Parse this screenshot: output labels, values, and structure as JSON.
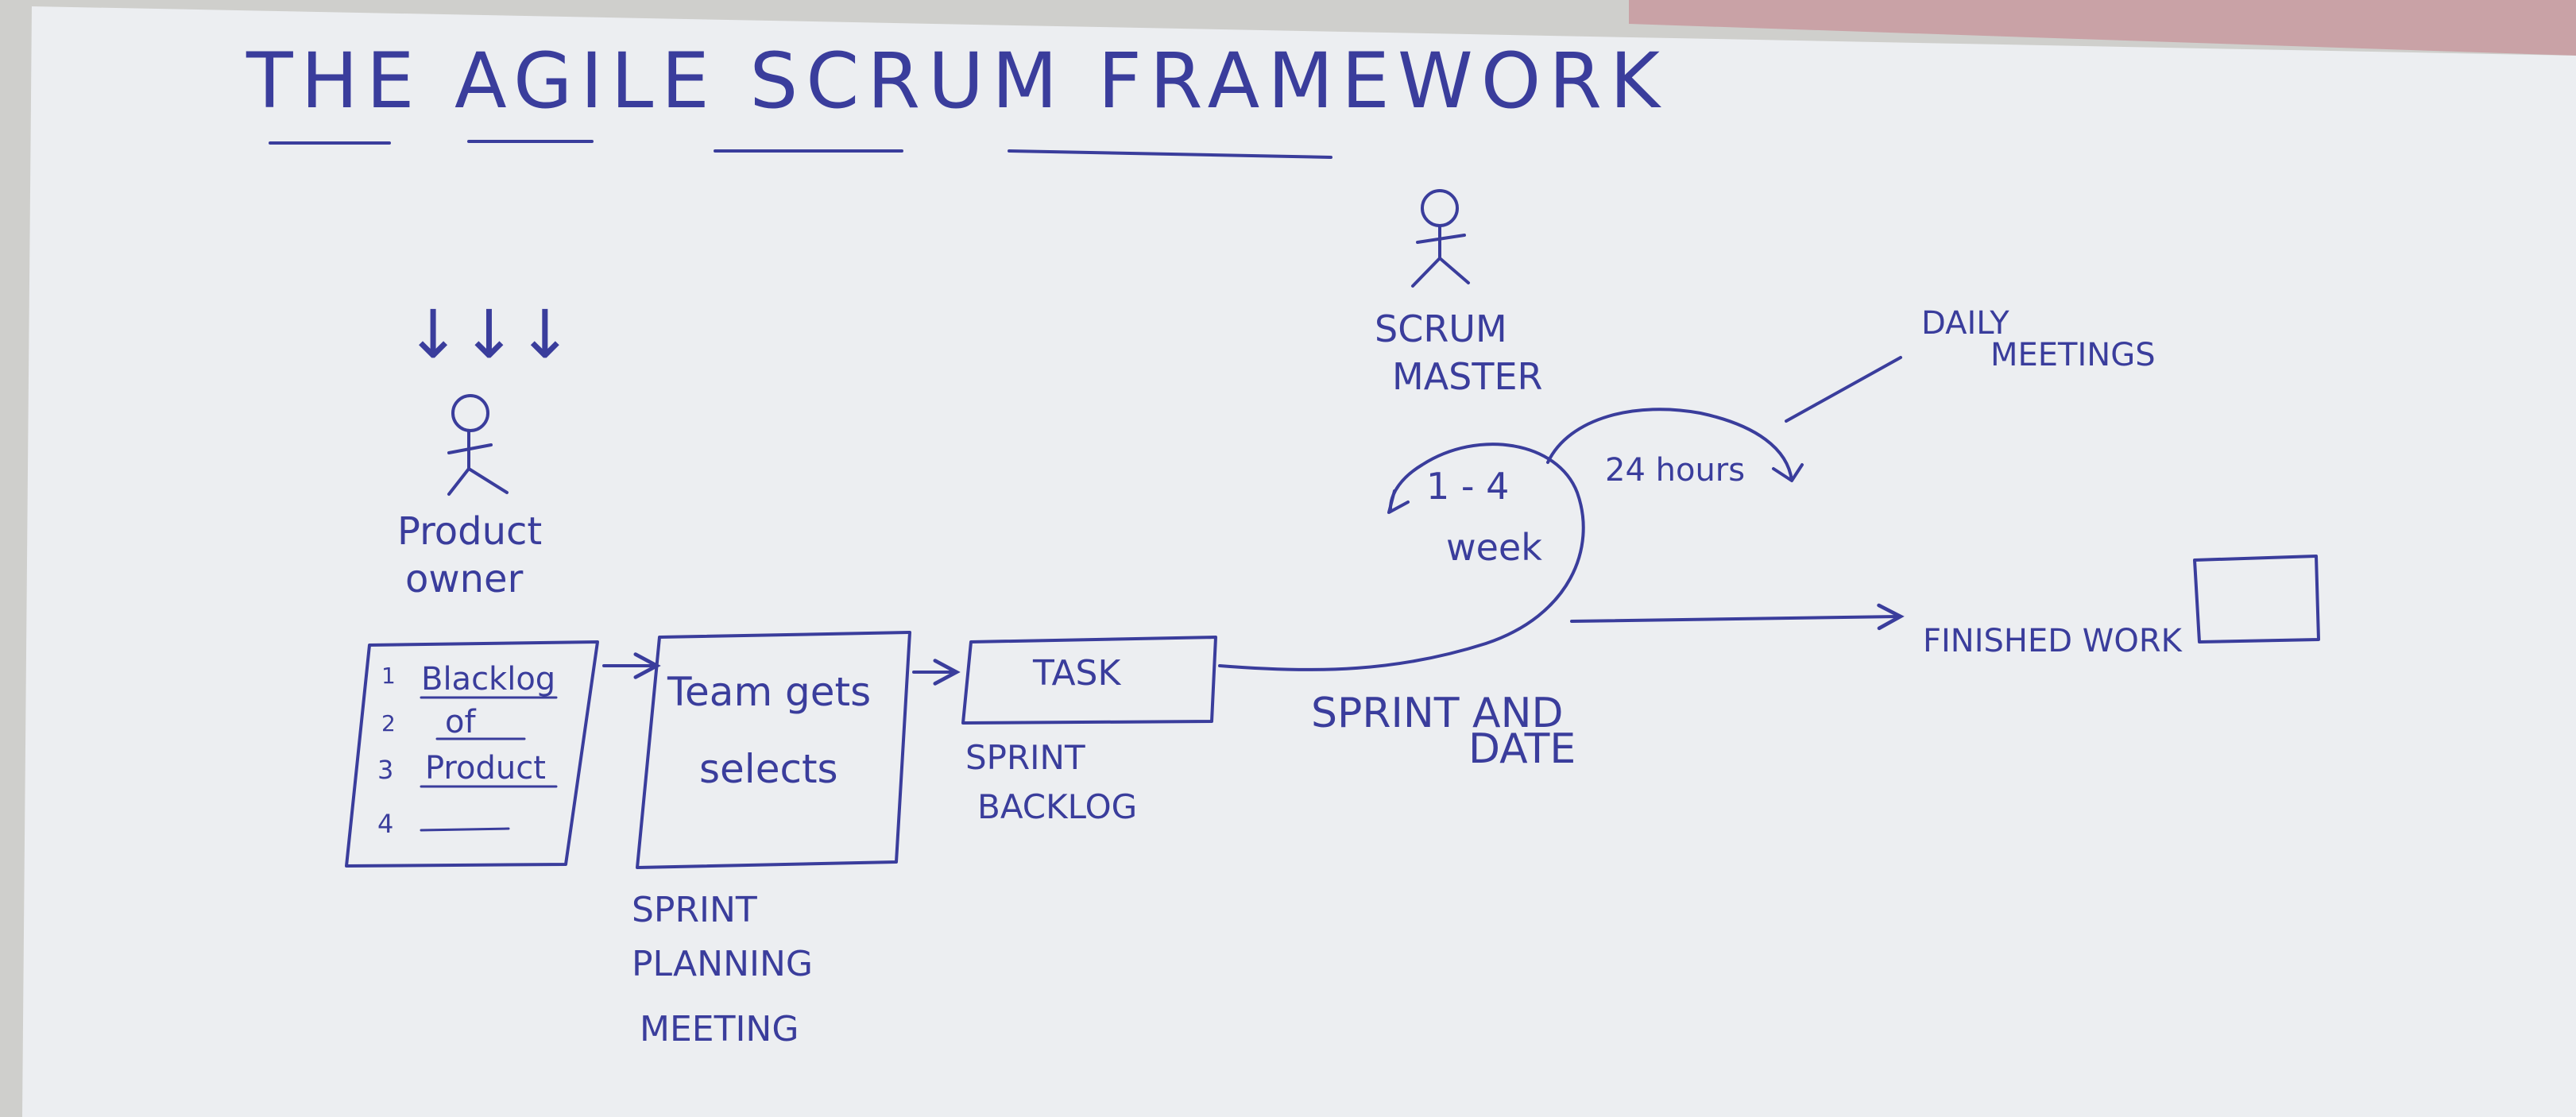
{
  "title": "THE AGILE SCRUM FRAMEWORK",
  "colors": {
    "ink": "#3a3d9c",
    "paper": "#eceef1",
    "background": "#cfcfcc",
    "fabric": "#c9a2a6"
  },
  "product_owner": {
    "arrows": "↓↓↓",
    "label_line1": "Product",
    "label_line2": "owner"
  },
  "backlog": {
    "items": [
      {
        "number": "1",
        "text": "Blacklog"
      },
      {
        "number": "2",
        "text": "of"
      },
      {
        "number": "3",
        "text": "Product"
      },
      {
        "number": "4",
        "text": ""
      }
    ]
  },
  "team_box": {
    "line1": "Team gets",
    "line2": "selects"
  },
  "sprint_planning": {
    "line1": "SPRINT",
    "line2": "PLANNING",
    "line3": "MEETING"
  },
  "task_box": {
    "label": "TASK"
  },
  "sprint_backlog": {
    "line1": "SPRINT",
    "line2": "BACKLOG"
  },
  "sprint_end": {
    "line1": "SPRINT AND",
    "line2": "DATE"
  },
  "scrum_master": {
    "line1": "SCRUM",
    "line2": "MASTER"
  },
  "cycle": {
    "line1": "1 - 4",
    "line2": "week"
  },
  "daily": {
    "hours": "24 hours",
    "line1": "DAILY",
    "line2": "MEETINGS"
  },
  "finished": {
    "label": "FINISHED WORK"
  }
}
